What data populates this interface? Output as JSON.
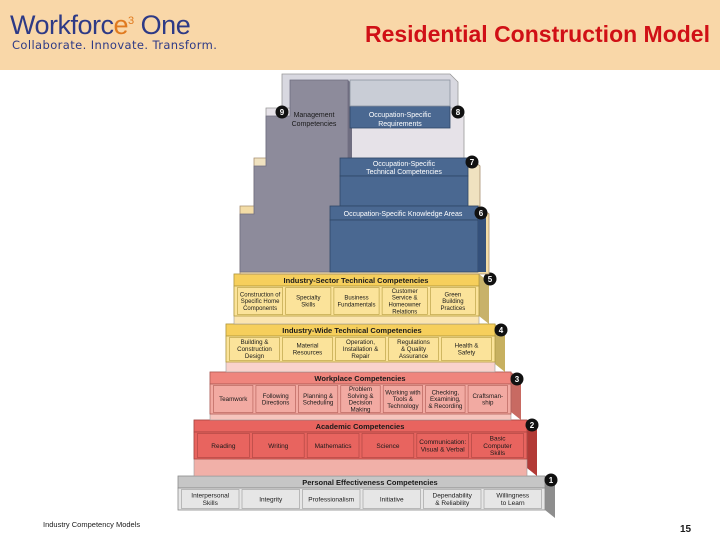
{
  "header": {
    "logo_name": "Workforce3 One",
    "logo_tagline": "Collaborate.  Innovate.  Transform.",
    "title": "Residential Construction Model"
  },
  "colors": {
    "header_band": "#f9d7a8",
    "title_red": "#d01016",
    "logo_blue": "#2e3a86",
    "foundation_gray": "#e6e6e6",
    "personal_band": "#c6c6c6",
    "academic_red": "#e8645f",
    "workplace_salmon": "#f2aaa2",
    "industry_yellow": "#fbe39a",
    "occupation_blue": "#4a6891",
    "management_gray": "#8d8b9b"
  },
  "pyramid": {
    "tier1": {
      "number": "1",
      "label": "Personal Effectiveness Competencies",
      "blocks": [
        [
          "Interpersonal",
          "Skills"
        ],
        [
          "Integrity"
        ],
        [
          "Professionalism"
        ],
        [
          "Initiative"
        ],
        [
          "Dependability",
          "& Reliability"
        ],
        [
          "Willingness",
          "to Learn"
        ]
      ]
    },
    "tier2": {
      "number": "2",
      "label": "Academic Competencies",
      "blocks": [
        [
          "Reading"
        ],
        [
          "Writing"
        ],
        [
          "Mathematics"
        ],
        [
          "Science"
        ],
        [
          "Communication:",
          "Visual & Verbal"
        ],
        [
          "Basic",
          "Computer",
          "Skills"
        ]
      ]
    },
    "tier3": {
      "number": "3",
      "label": "Workplace Competencies",
      "blocks": [
        [
          "Teamwork"
        ],
        [
          "Following",
          "Directions"
        ],
        [
          "Planning &",
          "Scheduling"
        ],
        [
          "Problem",
          "Solving &",
          "Decision",
          "Making"
        ],
        [
          "Working with",
          "Tools &",
          "Technology"
        ],
        [
          "Checking,",
          "Examining,",
          "& Recording"
        ],
        [
          "Craftsman-",
          "ship"
        ]
      ]
    },
    "tier4": {
      "number": "4",
      "label": "Industry-Wide Technical Competencies",
      "blocks": [
        [
          "Building &",
          "Construction",
          "Design"
        ],
        [
          "Material",
          "Resources"
        ],
        [
          "Operation,",
          "Installation &",
          "Repair"
        ],
        [
          "Regulations",
          "& Quality",
          "Assurance"
        ],
        [
          "Health &",
          "Safety"
        ]
      ]
    },
    "tier5": {
      "number": "5",
      "label": "Industry-Sector Technical Competencies",
      "blocks": [
        [
          "Construction of",
          "Specific Home",
          "Components"
        ],
        [
          "Specialty",
          "Skills"
        ],
        [
          "Business",
          "Fundamentals"
        ],
        [
          "Customer",
          "Service &",
          "Homeowner",
          "Relations"
        ],
        [
          "Green",
          "Building",
          "Practices"
        ]
      ]
    },
    "tier6": {
      "number": "6",
      "label": "Occupation-Specific Knowledge Areas"
    },
    "tier7": {
      "number": "7",
      "label": [
        "Occupation-Specific",
        "Technical Competencies"
      ]
    },
    "tier8": {
      "number": "8",
      "label": [
        "Occupation-Specific",
        "Requirements"
      ]
    },
    "tier9": {
      "number": "9",
      "label": [
        "Management",
        "Competencies"
      ]
    }
  },
  "footer": {
    "source": "Industry Competency Models",
    "page_number": "15"
  }
}
